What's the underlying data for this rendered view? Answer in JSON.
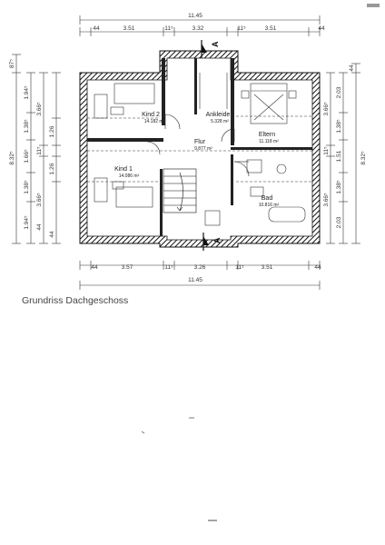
{
  "caption": "Grundriss Dachgeschoss",
  "dimensions": {
    "top_total": "11.45",
    "top_segments": [
      "44",
      "3.51",
      "11⁵",
      "3.32",
      "11⁵",
      "3.51",
      "44"
    ],
    "bottom_total": "11.45",
    "bottom_segments": [
      "44",
      "3.57",
      "11⁵",
      "3.26",
      "11⁵",
      "3.51",
      "44"
    ],
    "left_outer": [
      "87⁵",
      "8.32⁵"
    ],
    "left_mid": [
      "1.94⁵",
      "1.38⁵",
      "1.66⁵",
      "1.38⁵",
      "1.94⁵"
    ],
    "left_inner": [
      "3.66⁵",
      "1.26",
      "11⁵",
      "1.26",
      "3.66⁵"
    ],
    "left_small": [
      "44",
      "44"
    ],
    "right_outer": [
      "44",
      "8.32⁵"
    ],
    "right_mid": [
      "2.03",
      "1.38⁵",
      "1.51",
      "1.38⁵",
      "2.03"
    ],
    "right_inner": [
      "3.66⁵",
      "11⁵",
      "3.66⁵"
    ]
  },
  "rooms": [
    {
      "name": "Kind 2",
      "area": "14.182 m²"
    },
    {
      "name": "Ankleide",
      "area": "5.328 m²"
    },
    {
      "name": "Eltern",
      "area": "11.118 m²"
    },
    {
      "name": "Flur",
      "area": "9.877 m²"
    },
    {
      "name": "Kind 1",
      "area": "14.086 m²"
    },
    {
      "name": "Bad",
      "area": "10.816 m²"
    }
  ],
  "section_marker": "A"
}
